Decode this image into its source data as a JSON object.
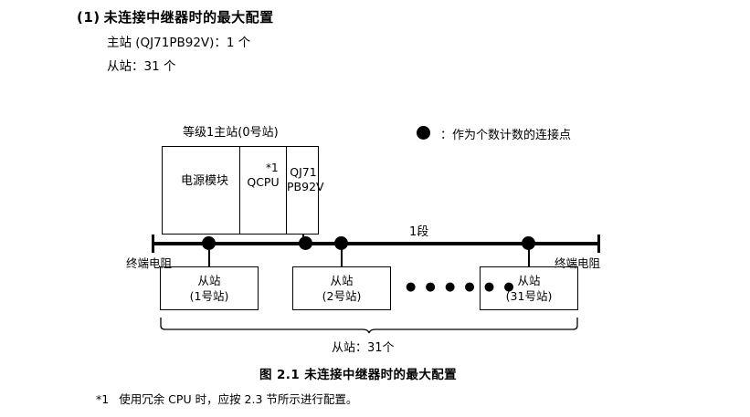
{
  "header": {
    "number": "(1)",
    "title": "未连接中继器时的最大配置",
    "spec_master": "主站 (QJ71PB92V)：1 个",
    "spec_slave": "从站：31 个"
  },
  "legend": {
    "icon": "filled-circle-icon",
    "text": "：作为个数计数的连接点"
  },
  "diagram": {
    "master_label": "等级1主站(0号站)",
    "master_unit": {
      "power": "电源模块",
      "cpu": "QCPU",
      "star": "*1",
      "module_line1": "QJ71",
      "module_line2": "PB92V"
    },
    "segment_label": "1段",
    "terminator_left": "终端电阻",
    "terminator_right": "终端电阻",
    "slaves": [
      {
        "name": "从站",
        "sub": "(1号站)"
      },
      {
        "name": "从站",
        "sub": "(2号站)"
      },
      {
        "name": "从站",
        "sub": "(31号站)"
      }
    ],
    "ellipsis": "● ● ● ● ● ●",
    "brace_caption": "从站：31个"
  },
  "figure_caption": "图 2.1  未连接中继器时的最大配置",
  "footnote": {
    "mark": "*1",
    "text": "使用冗余 CPU 时，应按 2.3 节所示进行配置。"
  }
}
